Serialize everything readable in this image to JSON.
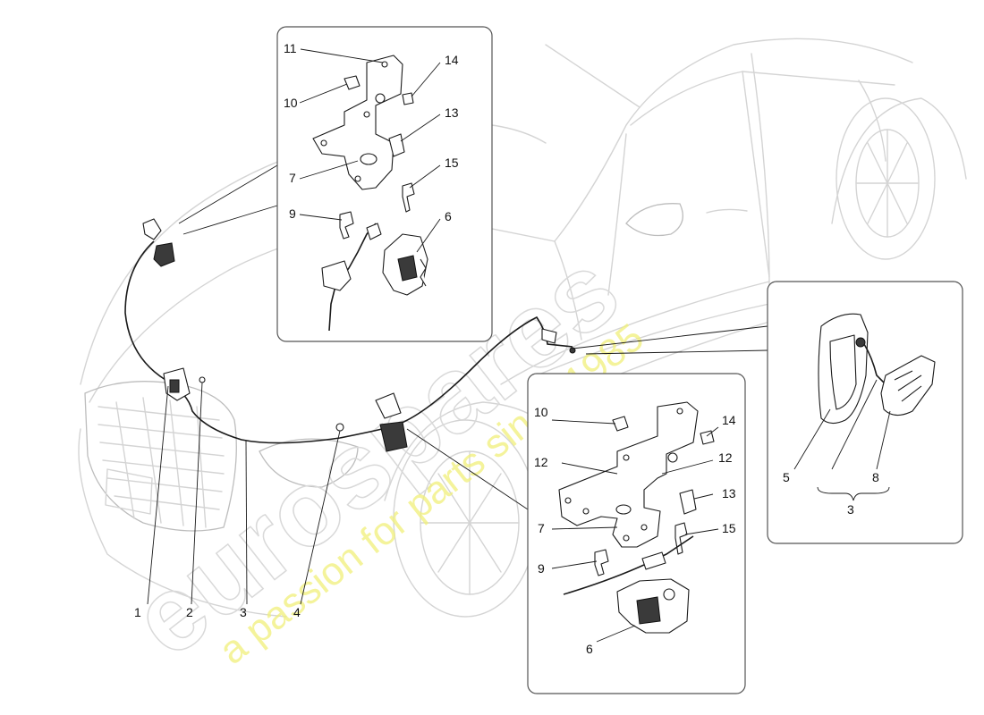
{
  "watermark": {
    "brand": "eurospares",
    "slogan": "a passion for parts since 1985",
    "brand_color": "#d9d9d9",
    "slogan_color": "#f1f07a"
  },
  "callouts": {
    "car_view": [
      "1",
      "2",
      "3",
      "4"
    ],
    "top_detail": [
      "11",
      "14",
      "10",
      "13",
      "7",
      "15",
      "9",
      "6"
    ],
    "bottom_detail": [
      "10",
      "14",
      "12",
      "12",
      "13",
      "7",
      "15",
      "9",
      "6"
    ],
    "right_detail": [
      "5",
      "8",
      "3"
    ]
  },
  "colors": {
    "car_outline": "#d4d4d4",
    "parts": "#1a1a1a",
    "panel_border": "#555555"
  }
}
